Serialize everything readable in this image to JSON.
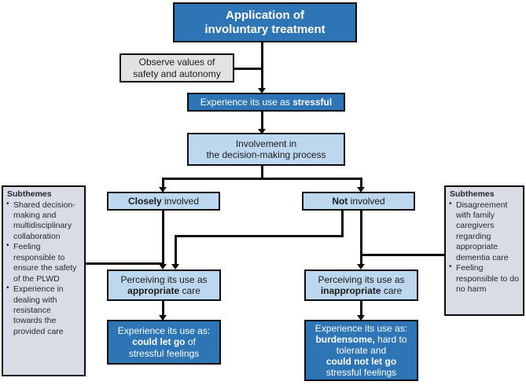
{
  "diagram": {
    "title_node": {
      "line1": "Application of",
      "line2": "involuntary treatment"
    },
    "observe_node": {
      "line1": "Observe values of",
      "line2": "safety and autonomy"
    },
    "stressful_node": {
      "pre": "Experience its use as ",
      "strong": "stressful"
    },
    "involvement_node": {
      "line1": "Involvement in",
      "line2": "the decision-making process"
    },
    "closely_node": {
      "strong": "Closely",
      "post": " involved"
    },
    "not_node": {
      "strong": "Not",
      "post": " involved"
    },
    "appropriate_node": {
      "line1": "Perceiving its use as",
      "strong": "appropriate",
      "post": " care"
    },
    "inappropriate_node": {
      "line1": "Perceiving its use as",
      "strong": "inappropriate",
      "post": " care"
    },
    "outcome_left": {
      "line1": "Experience its use as:",
      "strong2": "could let go",
      "post2": " of",
      "line3": "stressful feelings"
    },
    "outcome_right": {
      "line1": "Experience its use as:",
      "strong2": "burdensome,",
      "post2": " hard to",
      "line3": "tolerate and",
      "strong4": "could not let go",
      "line5": "stressful feelings"
    },
    "subthemes_left": {
      "heading": "Subthemes",
      "items": [
        "Shared decision-making and multidisciplinary collaboration",
        "Feeling responsible to ensure the safety of the PLWD",
        "Experience in dealing with resistance towards the provided care"
      ]
    },
    "subthemes_right": {
      "heading": "Subthemes",
      "items": [
        "Disagreement with family caregivers regarding appropriate dementia care",
        "Feeling responsible to do no harm"
      ]
    },
    "colors": {
      "dark_blue": "#2e75b6",
      "light_blue": "#bdd7ee",
      "grey_box": "#e2e2e2",
      "panel_grey": "#d9dce4",
      "outline": "#0d0d0d"
    }
  }
}
